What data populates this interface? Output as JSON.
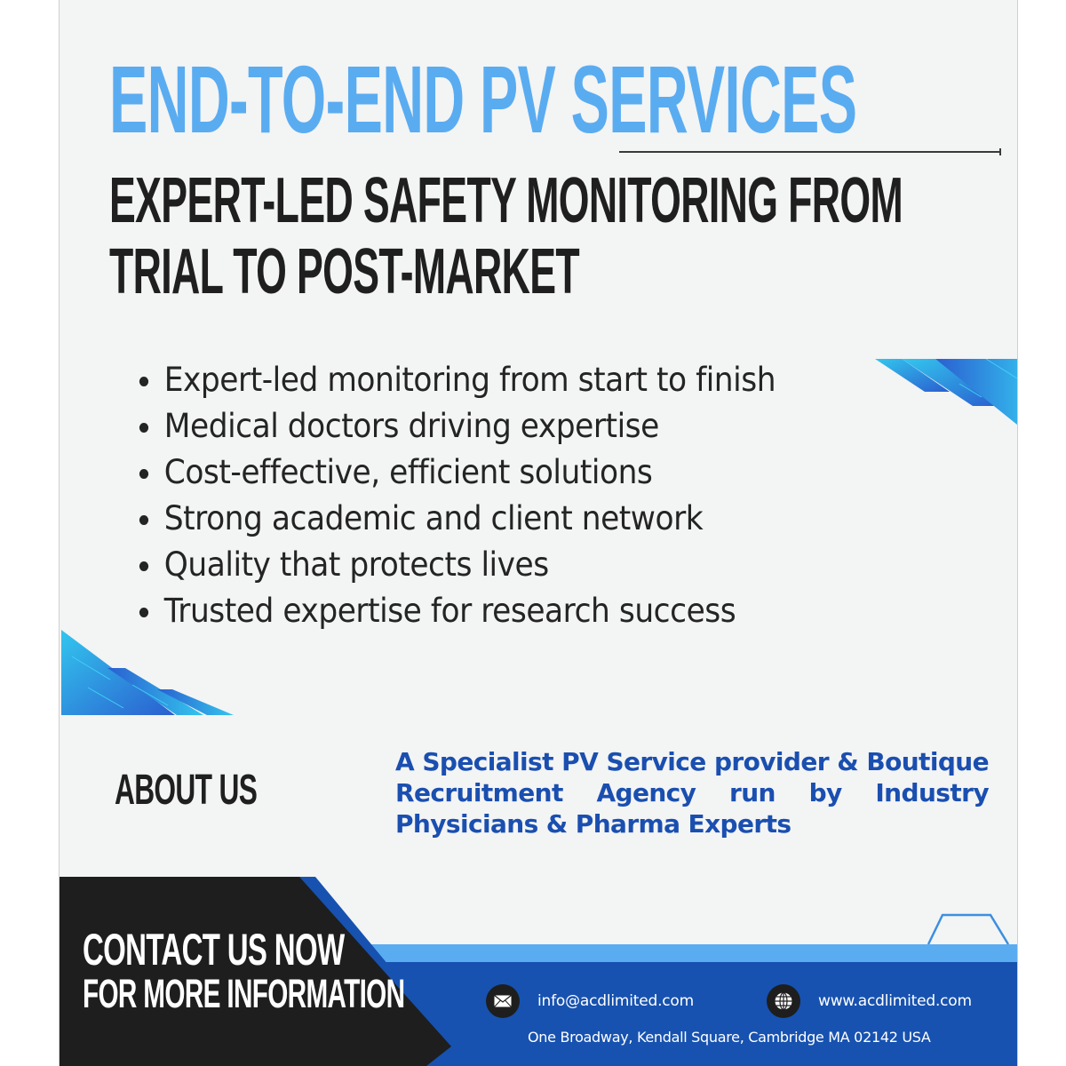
{
  "header": {
    "title": "END-TO-END PV SERVICES",
    "subtitle_line1": "EXPERT-LED SAFETY MONITORING FROM",
    "subtitle_line2": "TRIAL TO POST-MARKET"
  },
  "features": [
    "Expert-led monitoring from start to finish",
    "Medical doctors driving expertise",
    "Cost-effective, efficient solutions",
    "Strong academic and client network",
    "Quality that protects lives",
    "Trusted expertise for research success"
  ],
  "about": {
    "heading": "ABOUT US",
    "text": "A Specialist PV Service provider & Boutique Recruitment Agency run by Industry Physicians & Pharma Experts"
  },
  "contact": {
    "title": "CONTACT US NOW",
    "subtitle": "FOR MORE INFORMATION",
    "email": "info@acdlimited.com",
    "email_icon": "envelope-icon",
    "website": "www.acdlimited.com",
    "website_icon": "globe-icon",
    "address": "One Broadway, Kendall Square, Cambridge MA 02142 USA"
  },
  "colors": {
    "accent_light_blue": "#5aacf1",
    "accent_dark_blue": "#1752b0",
    "dark": "#1f1f1f",
    "background": "#f3f4f4"
  }
}
